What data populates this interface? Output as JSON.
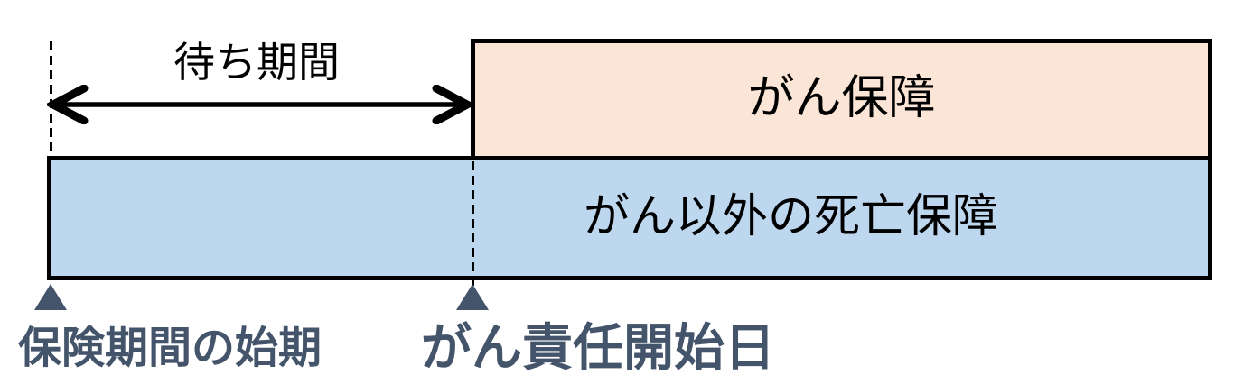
{
  "diagram": {
    "labels": {
      "waiting_period": "待ち期間",
      "cancer_coverage": "がん保障",
      "non_cancer_death_coverage": "がん以外の死亡保障",
      "policy_period_start": "保険期間の始期",
      "cancer_liability_start_date": "がん責任開始日"
    },
    "icons": {
      "waiting_period_arrow": "double-headed-arrow-icon",
      "policy_start_marker": "triangle-up-icon",
      "liability_start_marker": "triangle-up-icon"
    },
    "colors": {
      "background": "#FFFFFF",
      "cancer_box_fill": "#FBE5D6",
      "death_box_fill": "#BDD7EE",
      "box_border": "#000000",
      "arrow": "#000000",
      "diagram_text": "#000000",
      "marker_fill": "#44546A",
      "caption_text": "#44546A"
    }
  }
}
